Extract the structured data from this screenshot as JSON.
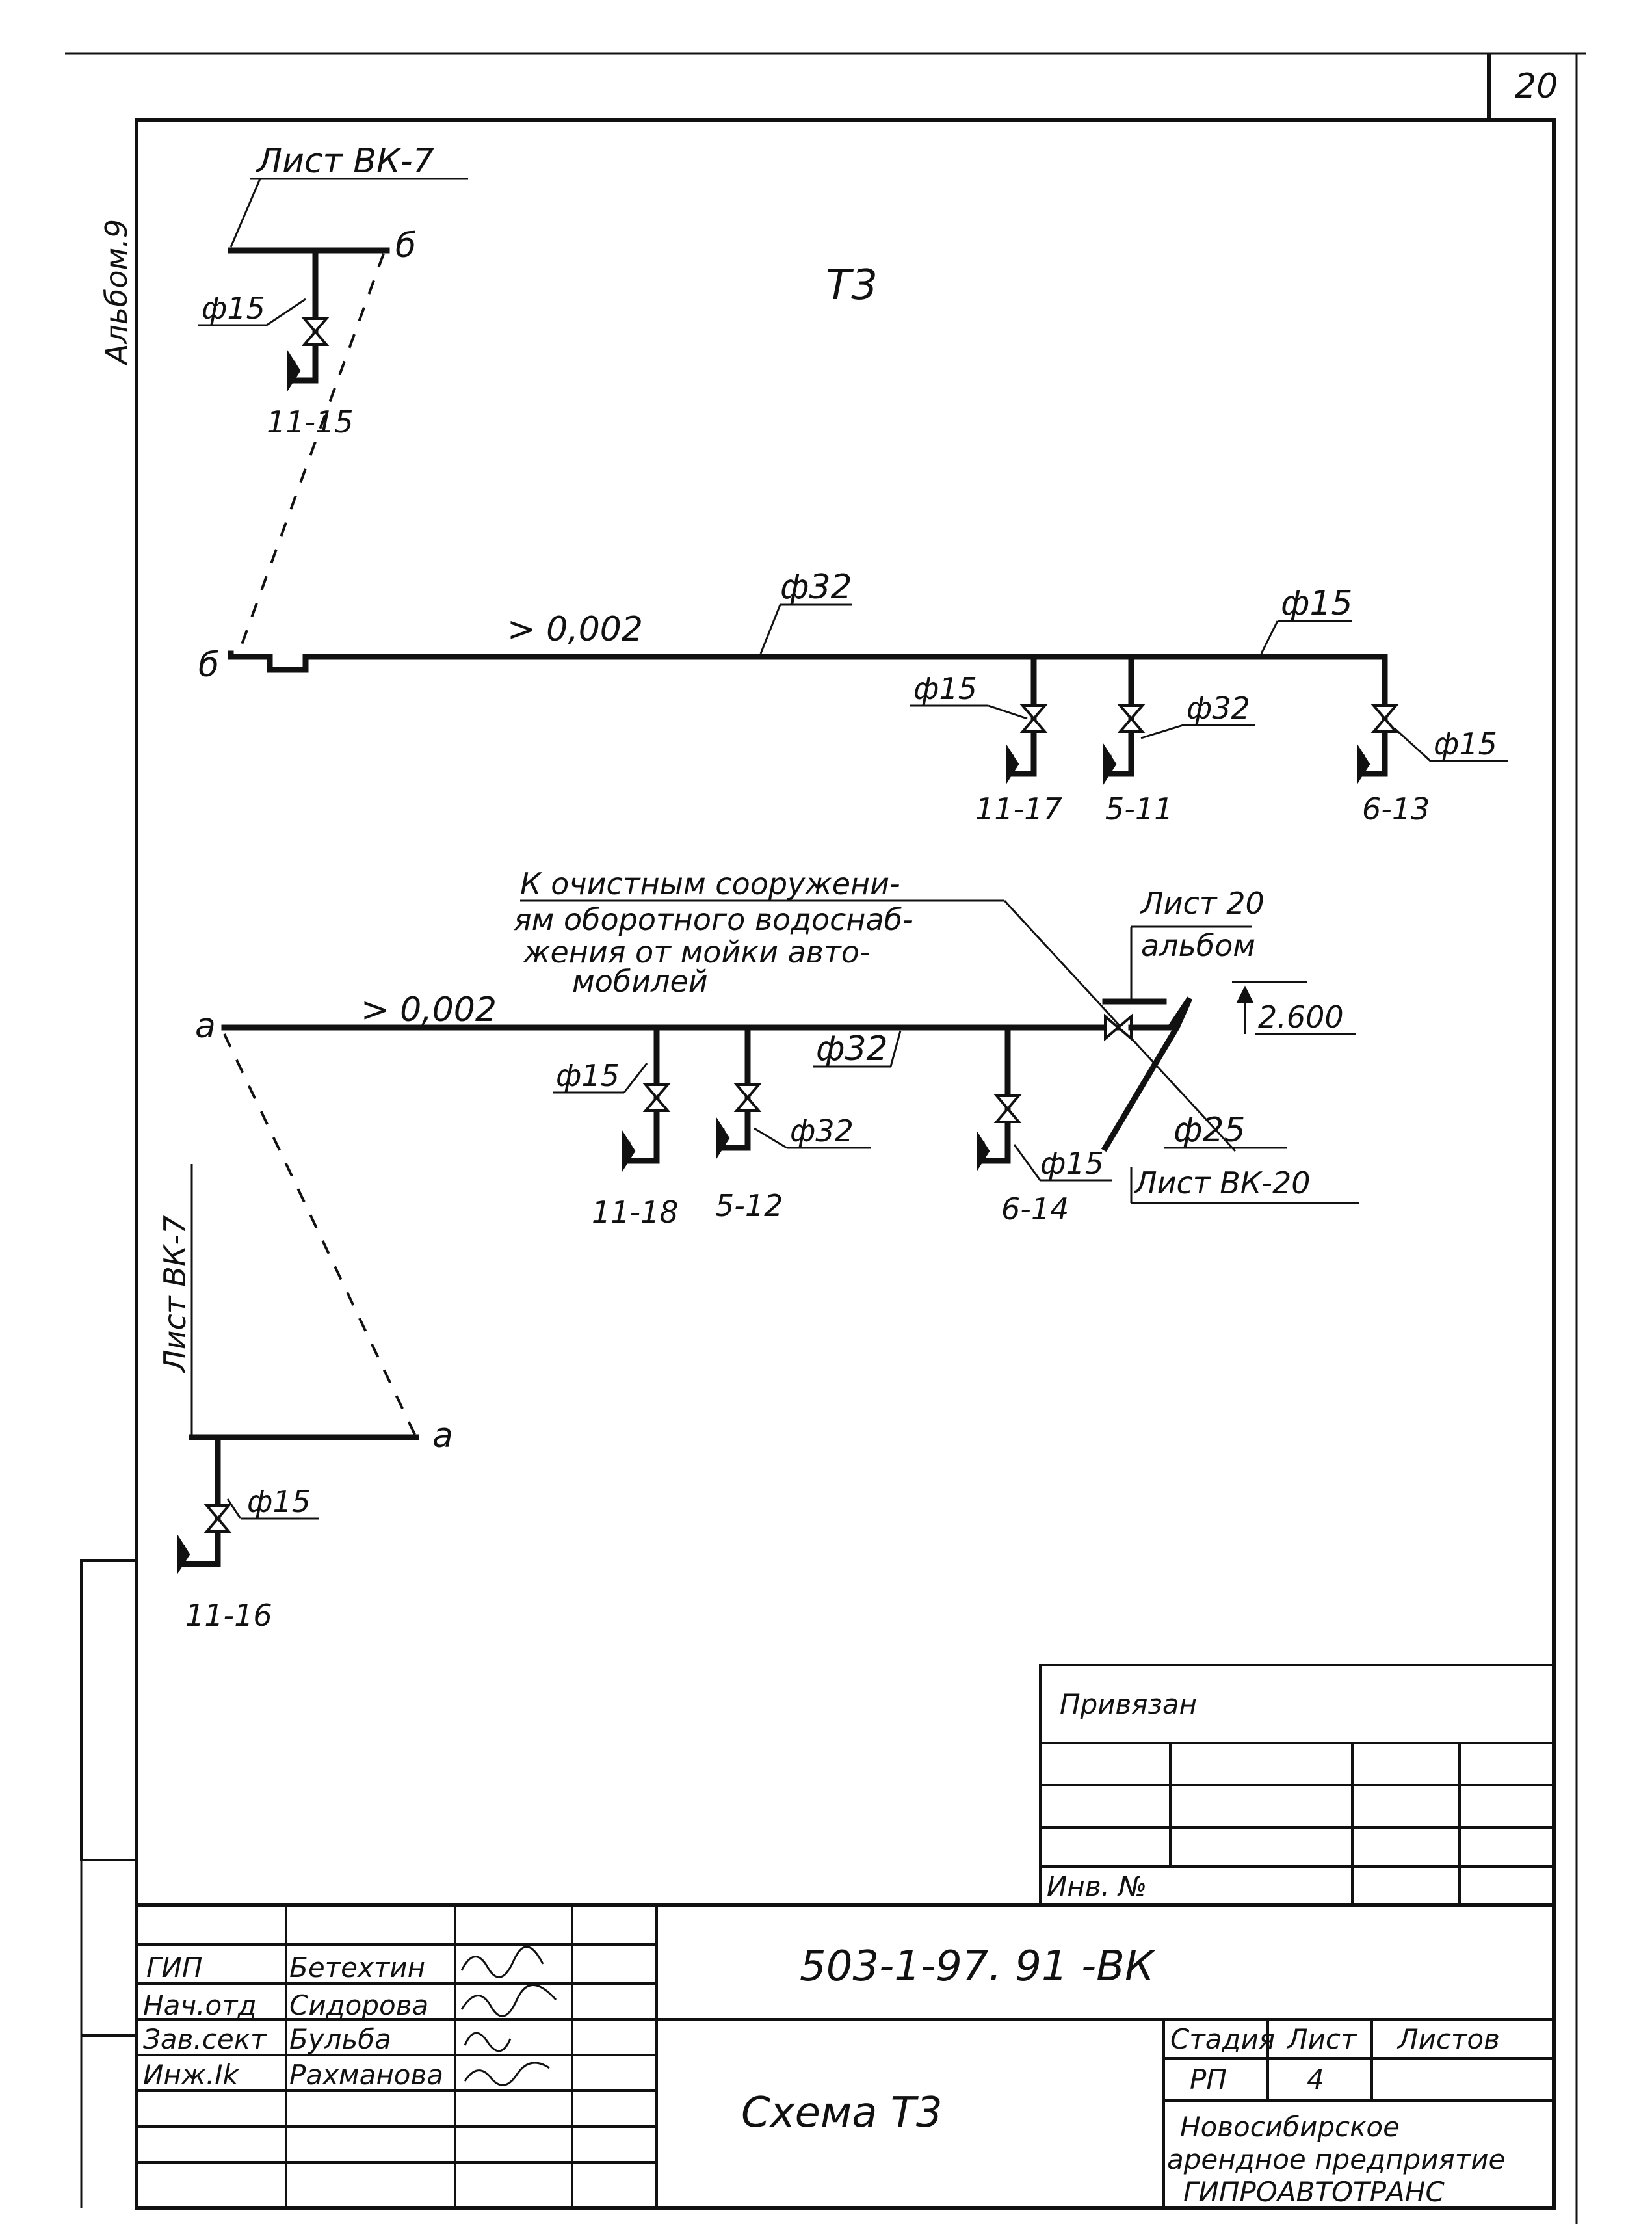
{
  "page_number": "20",
  "album_side_label": "Альбом.9",
  "scheme_title": "Т3",
  "top_fragment": {
    "sheet_ref": "Лист ВК-7",
    "node_b_top": "б",
    "node_b_bottom": "б",
    "riser_diam": "ф15",
    "fixture": "11-15"
  },
  "middle_main": {
    "slope": "> 0,002",
    "main_diam": "ф32",
    "right_diam": "ф15",
    "fixtures": [
      {
        "diam": "ф15",
        "label": "11-17"
      },
      {
        "diam": "ф32",
        "label": "5-11"
      },
      {
        "diam": "ф15",
        "label": "6-13"
      }
    ]
  },
  "lower_main": {
    "node_a": "а",
    "slope": "> 0,002",
    "main_diam": "ф32",
    "note_lines": [
      "К очистным сооружени-",
      "ям оборотного водоснаб-",
      "жения от мойки авто-",
      "мобилей"
    ],
    "sheet_ref_top": "Лист 20",
    "album_ref": "альбом",
    "elevation": "2.600",
    "outlet_diam": "ф25",
    "sheet_ref_bottom": "Лист ВК-20",
    "fixtures": [
      {
        "diam": "ф15",
        "label": "11-18"
      },
      {
        "diam": "ф32",
        "label": "5-12"
      },
      {
        "diam": "ф15",
        "label": "6-14"
      }
    ]
  },
  "bottom_fragment": {
    "sheet_ref": "Лист ВК-7",
    "node_a": "а",
    "riser_diam": "ф15",
    "fixture": "11-16"
  },
  "title_block": {
    "bound_label": "Привязан",
    "inv_label": "Инв. №",
    "doc_code": "503-1-97. 91 -ВК",
    "drawing_title": "Схема Т3",
    "staff": [
      {
        "role": "ГИП",
        "name": "Бетехтин"
      },
      {
        "role": "Нач.отд",
        "name": "Сидорова"
      },
      {
        "role": "Зав.сект",
        "name": "Бульба"
      },
      {
        "role": "Инж.Ik",
        "name": "Рахманова"
      }
    ],
    "stage_header": "Стадия",
    "sheet_header": "Лист",
    "sheets_header": "Листов",
    "stage_value": "РП",
    "sheet_value": "4",
    "org_lines": [
      "Новосибирское",
      "арендное предприятие",
      "ГИПРОАВТОТРАНС"
    ]
  }
}
